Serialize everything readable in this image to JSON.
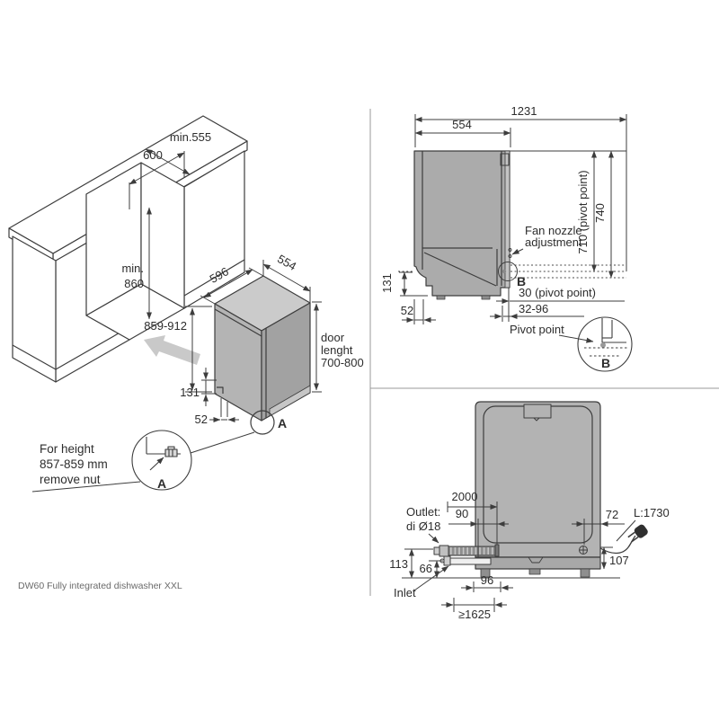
{
  "caption": "DW60 Fully integrated dishwasher XXL",
  "iso": {
    "d600": "600",
    "d555": "min.555",
    "d860a": "min.",
    "d860b": "860",
    "d596": "596",
    "d554": "554",
    "d859": "859-912",
    "door1": "door",
    "door2": "lenght",
    "door3": "700-800",
    "d131": "131",
    "d52": "52",
    "refA": "A",
    "note1": "For height",
    "note2": "857-859 mm",
    "note3": "remove nut",
    "detailA": "A"
  },
  "side": {
    "d1231": "1231",
    "d554": "554",
    "d710": "710 (pivot point)",
    "d740": "740",
    "fan1": "Fan nozzle",
    "fan2": "adjustment",
    "refB": "B",
    "d30": "30 (pivot point)",
    "d3296": "32-96",
    "d131": "131",
    "d52": "52",
    "pivot": "Pivot point",
    "detailB": "B"
  },
  "rear": {
    "d2000": "2000",
    "d90": "90",
    "d72": "72",
    "cord": "L:1730",
    "outlet1": "Outlet:",
    "outlet2": "di Ø18",
    "d113": "113",
    "d66": "66",
    "inlet": "Inlet",
    "d96": "96",
    "d1625": "≥1625",
    "d107": "107"
  }
}
